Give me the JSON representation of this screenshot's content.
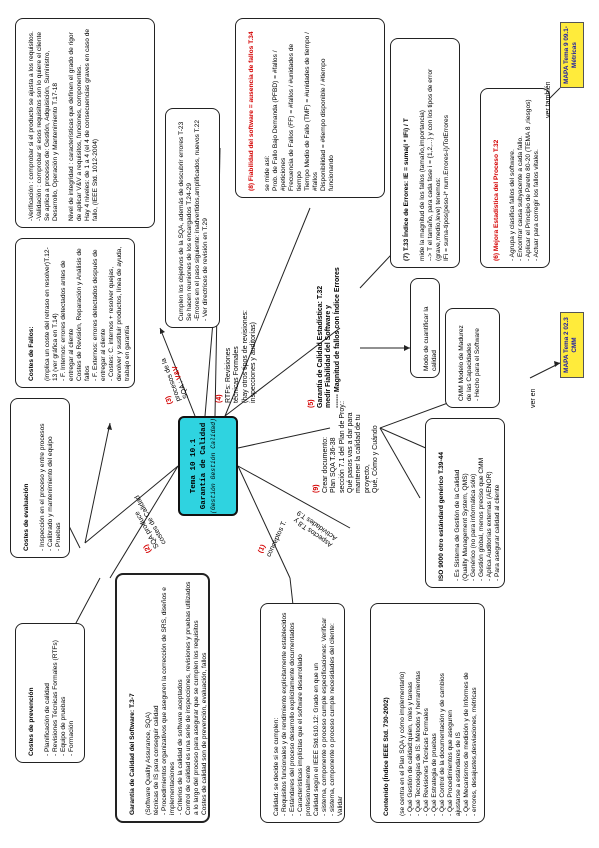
{
  "center": {
    "line1": "Tema 10   10.1",
    "line2": "Garantía de Calidad",
    "line3": "(Gestión Gestión Calidad)"
  },
  "branches": {
    "b1": {
      "num": "(1)",
      "text": "conceptos T."
    },
    "b2": {
      "num": "(2)",
      "text": "SQA produce\ncostes de Calidad"
    },
    "b3": {
      "num": "(3)",
      "text": "procesos de la\nSQA : ",
      "tail": "V&V"
    },
    "b4": {
      "num": "(4)",
      "text": "RTFs: Revisiones\ntécnicas Formales\n(hay otros tipos de revisiones:\ninspecciones y auditorías)"
    },
    "b5": {
      "num": "(5)",
      "text": "Garantía de Calidad Estadística:  T.32\nmedir Fiabilidad del Software y\n------ Magnitud de fallos con Índice Errores"
    },
    "b9": {
      "num": "(9)",
      "text": "Crear documento:\nPlan SQA T.36-38",
      "red": "sección 7.1 del Plan de Proy.:\nQué pasos vas a dar para\nmantener la calidad de tu proyecto,\nQué, Cómo y Cuándo"
    },
    "aspectos": "Aspectos T.8 y\nActividades T.9",
    "verEn": "ver en",
    "verTambien": "ver también"
  },
  "nodes": {
    "prevencion": {
      "title": "Costes de prevención",
      "body": "- Planificación de calidad\n- Revisiones Técnicas Formales (RTFs)\n- Equipo de pruebas\n- Formación"
    },
    "evaluacion": {
      "title": "Costes de evaluación",
      "body": "- Inspección en el proceso y entre procesos\n- Calibrado y mantenimiento del equipo\n- Pruebas"
    },
    "fallos": {
      "title": "Costes de Fallos:",
      "body": "(implica un coste del retraso en resolver)T.12-13 (ver gráfica en T.14)\n- F. Internos: errores detectados antes de entregar al cliente\nCostes de Revisión, Reparación y Análisis de fallos\n- F. Externos: errores detectados después de entregar al cliente\n- Costes: C. internos + resolver quejas, devolver y sustituir productos, línea de ayuda, trabajo en garantía"
    },
    "vv": {
      "title": "",
      "body": "-Verificación : comprobar si el producto se ajusta a los requisitos.\n-Validación : comprobar si esos requisitos son lo quiere el cliente\nSe aplica a procesos de: Gestión, Adquisición, Suministro, Desarrollo, Operación y Mantenimiento   T.17-18\n\nNivel de integridad : características que definen el grado de rigor de aplicar V&V a requisitos, funciones, componentes.\nHay 4 niveles: de 1 a 4 (el 4 de consecuencias graves en caso de fallo, (IEEE Std. 1012-2004)"
    },
    "rtf": {
      "title": "",
      "body": "Cumplen los objetivos de la SQA, además de descubrir errores T-23\nSe hacen reuniones de los encargados T.24-29\n-Errores en el paso siguiente: inadvertidos,amplificados, nuevos T.22\n- Ver directrices de revisión en T.29"
    },
    "fiabilidad": {
      "title": "(8) Fiabilidad del software = ausencia de fallos T.34",
      "body": "se mide así:\nProb. de Fallo Bajo Demanda (PFBD) = #fallos / #peticiones\nFrecuencia de Fallos (FF) = #fallos / #unidades de tiempo\nTiempo Medio de Fallo (TMF) = #unidades de tiempo / #fallos\nDisponibilidad = #tiempo disponible / #tiempo funcionando"
    },
    "indice": {
      "title": "(7) T.33  Índice de Errores: IE = suma(i * IFi) / T",
      "body": "mide la magnitud de los fallos (tamaño,importancia)\n--> T el tamaño, para cada fase i = {1,2,...} y con los tipos de error (grave,medio,leve) tenemos:\nIFi = suma-tipos(peso-i* num.Errores-i)/TotErrores"
    },
    "mejora": {
      "title": "(6) Mejora Estadística del Proceso  T.32",
      "body": "- Agrupa y clasifica  fallos del software.\n- Encontrar causa subyacente a cada fallo.\n- Aplicar el Principio de Pareto 80-20 (TEMA 8 ,riesgos)\n- Actuar para corregir los fallos vitales."
    },
    "modo": {
      "title": "",
      "body": "Modo de cuantificar la calidad"
    },
    "garantia": {
      "title": "Garantía de Calidad del Software:  T.3-7",
      "body": "(Software Quality Assurance, SQA)\ntécnicas de IS para conseguir calidad\n- Procedimientos organizativos que aseguren la corrección de SRS, diseños e implementaciones\n- Criterios de la calidad de software aceptados\nControl de calidad es una serie de inspecciones, revisiones y pruebas utilizados a lo largo del proceso para asegurar que se cumplen los requisitos\nCostes de calidad son de prevención, evaluación, fallos"
    },
    "calidad": {
      "title": "",
      "body": "Calidad: se decide si se cumplen:\n- Requisitos funcionales y de rendimiento explícitamente establecidos\n- Estándares del proceso desarrollo explícitamente documentados\n- Características implícitas que el software desarrollado profesionalmente\nCalidad según el IEEE Std.610.12: Grado en que un\n- sistema, componente o proceso cumple especificaciones: Verificar\n- sistema, componente o proceso cumple necesidades del cliente: Validar"
    },
    "contenido": {
      "title": "Contenido (Índice IEEE Std. 730-2002)",
      "body": "(se centra en el Plan SQA y cómo implementarlo)\n- Qué Gestión de calidad:quien, roles y tareas\n- Qué Tecnologías de IS: Métodos y herramientas\n- Qué Revisiones Técnicas Formales\n- Qué Estrategia de pruebas\n- Qué Control de la documentación y de cambios\n- Qué Procedimientos que aseguren\n  ajustarse a estándares de IS\n- Qué Mecanismos de medición y de Informes de\n- errores, desajustes,desviaciones, métricas"
    },
    "iso": {
      "title": "ISO 9000  otro estándard genérico T.39-44",
      "body": "- Es Sistema de Gestión de la Calidad\n(Quality Management System, QMS)\n- Genérico (no para informática sólo)\n- Gestión global, menos preciso que CMM\n- Aplica Auditorías externas (AENOR)\n- Para asegurar calidad al cliente"
    },
    "cmm": {
      "title": "",
      "body": "CMM  Modelo de Madurez\nde las Capacidades\n- Hecho para el Software"
    }
  },
  "mapas": {
    "m1": "MAPA Tema 2\n02.3 CMM",
    "m2": "MAPA Tema 9\n09.1-Métricas"
  }
}
